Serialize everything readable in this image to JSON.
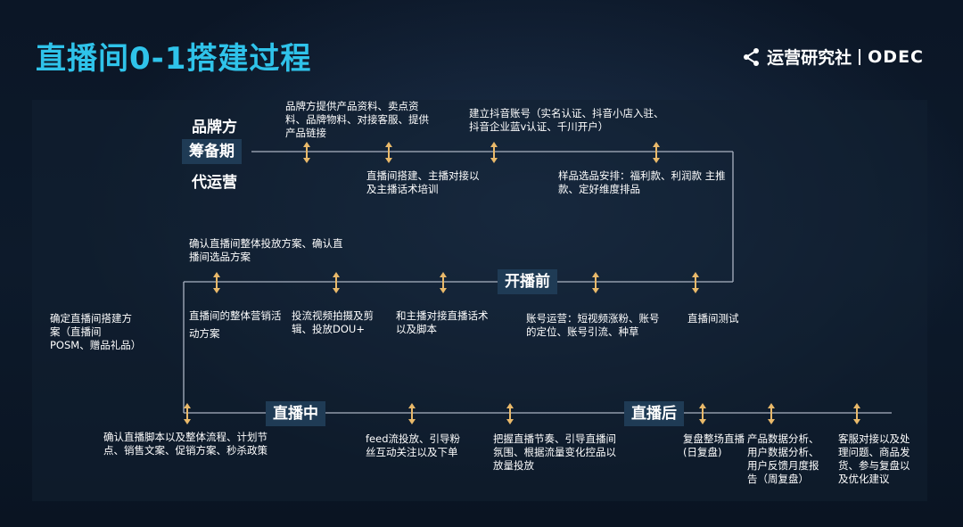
{
  "title": "直播间0-1搭建过程",
  "logo": {
    "name": "运营研究社",
    "brand": "ODEC"
  },
  "roles": {
    "brand": "品牌方",
    "operator": "代运营"
  },
  "phases": {
    "prep": "筹备期",
    "prelaunch": "开播前",
    "live": "直播中",
    "post": "直播后"
  },
  "prep_items": {
    "brand_materials": "品牌方提供产品资料、卖点资料、品牌物料、对接客服、提供产品链接",
    "account_setup": "建立抖音账号（实名认证、抖音小店入驻、抖音企业蓝v认证、千川开户）",
    "studio_build": "直播间搭建、主播对接以及主播话术培训",
    "product_selection": "样品选品安排：福利款、利润款 主推款、定好维度排品"
  },
  "side_note": "确定直播间搭建方案（直播间POSM、赠品礼品）",
  "prelaunch_items": {
    "confirm_plan": "确认直播间整体投放方案、确认直播间选品方案",
    "marketing": "直播间的整体营销活动方案",
    "video": "投流视频拍摄及剪辑、投放DOU+",
    "script": "和主播对接直播话术以及脚本",
    "account_ops": "账号运营：短视频涨粉、账号的定位、账号引流、种草",
    "test": "直播间测试"
  },
  "live_items": {
    "script_confirm": "确认直播脚本以及整体流程、计划节点、销售文案、促销方案、秒杀政策",
    "feed": "feed流投放、引导粉丝互动关注以及下单",
    "rhythm": "把握直播节奏、引导直播间氛围、根据流量变化控品以放量投放"
  },
  "post_items": {
    "review": "复盘整场直播(日复盘)",
    "analysis": "产品数据分析、用户数据分析、用户反馈月度报告（周复盘）",
    "service": "客服对接以及处理问题、商品发货、参与复盘以及优化建议"
  },
  "colors": {
    "title": "#2fc3ea",
    "background": "#0a1422",
    "arrow": "#e9b96a",
    "line": "#aab3c2",
    "badge": "#1f3b55",
    "text": "#ffffff"
  }
}
